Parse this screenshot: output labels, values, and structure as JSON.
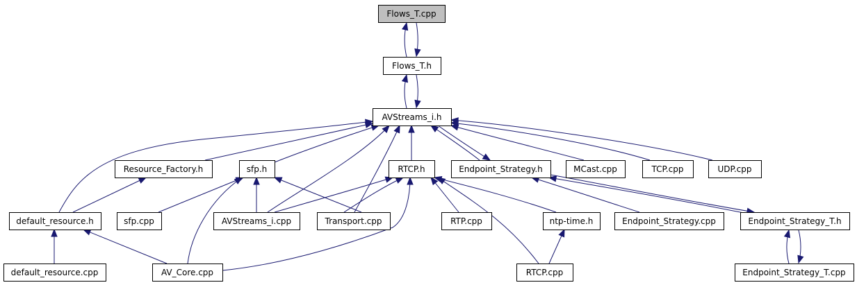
{
  "title": "Flows_T.cpp include dependency graph",
  "colors": {
    "edge": "#191970",
    "root_fill": "#bfbfbf",
    "node_fill": "#ffffff",
    "border": "#000000"
  },
  "nodes": [
    {
      "id": "flows_t_cpp",
      "label": "Flows_T.cpp",
      "root": true
    },
    {
      "id": "flows_t_h",
      "label": "Flows_T.h"
    },
    {
      "id": "avstreams_i_h",
      "label": "AVStreams_i.h"
    },
    {
      "id": "resource_factory_h",
      "label": "Resource_Factory.h"
    },
    {
      "id": "sfp_h",
      "label": "sfp.h"
    },
    {
      "id": "rtcp_h",
      "label": "RTCP.h"
    },
    {
      "id": "endpoint_strategy_h",
      "label": "Endpoint_Strategy.h"
    },
    {
      "id": "mcast_cpp",
      "label": "MCast.cpp"
    },
    {
      "id": "tcp_cpp",
      "label": "TCP.cpp"
    },
    {
      "id": "udp_cpp",
      "label": "UDP.cpp"
    },
    {
      "id": "default_resource_h",
      "label": "default_resource.h"
    },
    {
      "id": "sfp_cpp",
      "label": "sfp.cpp"
    },
    {
      "id": "avstreams_i_cpp",
      "label": "AVStreams_i.cpp"
    },
    {
      "id": "transport_cpp",
      "label": "Transport.cpp"
    },
    {
      "id": "rtp_cpp",
      "label": "RTP.cpp"
    },
    {
      "id": "ntp_time_h",
      "label": "ntp-time.h"
    },
    {
      "id": "endpoint_strategy_cpp",
      "label": "Endpoint_Strategy.cpp"
    },
    {
      "id": "endpoint_strategy_t_h",
      "label": "Endpoint_Strategy_T.h"
    },
    {
      "id": "default_resource_cpp",
      "label": "default_resource.cpp"
    },
    {
      "id": "av_core_cpp",
      "label": "AV_Core.cpp"
    },
    {
      "id": "rtcp_cpp",
      "label": "RTCP.cpp"
    },
    {
      "id": "endpoint_strategy_t_cpp",
      "label": "Endpoint_Strategy_T.cpp"
    }
  ],
  "edges": [
    {
      "from": "flows_t_h",
      "to": "flows_t_cpp"
    },
    {
      "from": "flows_t_cpp",
      "to": "flows_t_h"
    },
    {
      "from": "avstreams_i_h",
      "to": "flows_t_h"
    },
    {
      "from": "flows_t_h",
      "to": "avstreams_i_h"
    },
    {
      "from": "default_resource_h",
      "to": "avstreams_i_h"
    },
    {
      "from": "resource_factory_h",
      "to": "avstreams_i_h"
    },
    {
      "from": "sfp_h",
      "to": "avstreams_i_h"
    },
    {
      "from": "avstreams_i_cpp",
      "to": "avstreams_i_h"
    },
    {
      "from": "transport_cpp",
      "to": "avstreams_i_h"
    },
    {
      "from": "rtcp_h",
      "to": "avstreams_i_h"
    },
    {
      "from": "endpoint_strategy_h",
      "to": "avstreams_i_h"
    },
    {
      "from": "avstreams_i_h",
      "to": "endpoint_strategy_h"
    },
    {
      "from": "mcast_cpp",
      "to": "avstreams_i_h"
    },
    {
      "from": "tcp_cpp",
      "to": "avstreams_i_h"
    },
    {
      "from": "udp_cpp",
      "to": "avstreams_i_h"
    },
    {
      "from": "default_resource_h",
      "to": "resource_factory_h"
    },
    {
      "from": "sfp_cpp",
      "to": "sfp_h"
    },
    {
      "from": "av_core_cpp",
      "to": "sfp_h"
    },
    {
      "from": "avstreams_i_cpp",
      "to": "sfp_h"
    },
    {
      "from": "transport_cpp",
      "to": "sfp_h"
    },
    {
      "from": "avstreams_i_cpp",
      "to": "rtcp_h"
    },
    {
      "from": "transport_cpp",
      "to": "rtcp_h"
    },
    {
      "from": "av_core_cpp",
      "to": "rtcp_h"
    },
    {
      "from": "rtp_cpp",
      "to": "rtcp_h"
    },
    {
      "from": "ntp_time_h",
      "to": "rtcp_h"
    },
    {
      "from": "rtcp_cpp",
      "to": "rtcp_h"
    },
    {
      "from": "endpoint_strategy_cpp",
      "to": "endpoint_strategy_h"
    },
    {
      "from": "endpoint_strategy_t_h",
      "to": "endpoint_strategy_h"
    },
    {
      "from": "endpoint_strategy_h",
      "to": "endpoint_strategy_t_h"
    },
    {
      "from": "rtcp_cpp",
      "to": "ntp_time_h"
    },
    {
      "from": "default_resource_cpp",
      "to": "default_resource_h"
    },
    {
      "from": "av_core_cpp",
      "to": "default_resource_h"
    },
    {
      "from": "endpoint_strategy_t_cpp",
      "to": "endpoint_strategy_t_h"
    },
    {
      "from": "endpoint_strategy_t_h",
      "to": "endpoint_strategy_t_cpp"
    }
  ]
}
